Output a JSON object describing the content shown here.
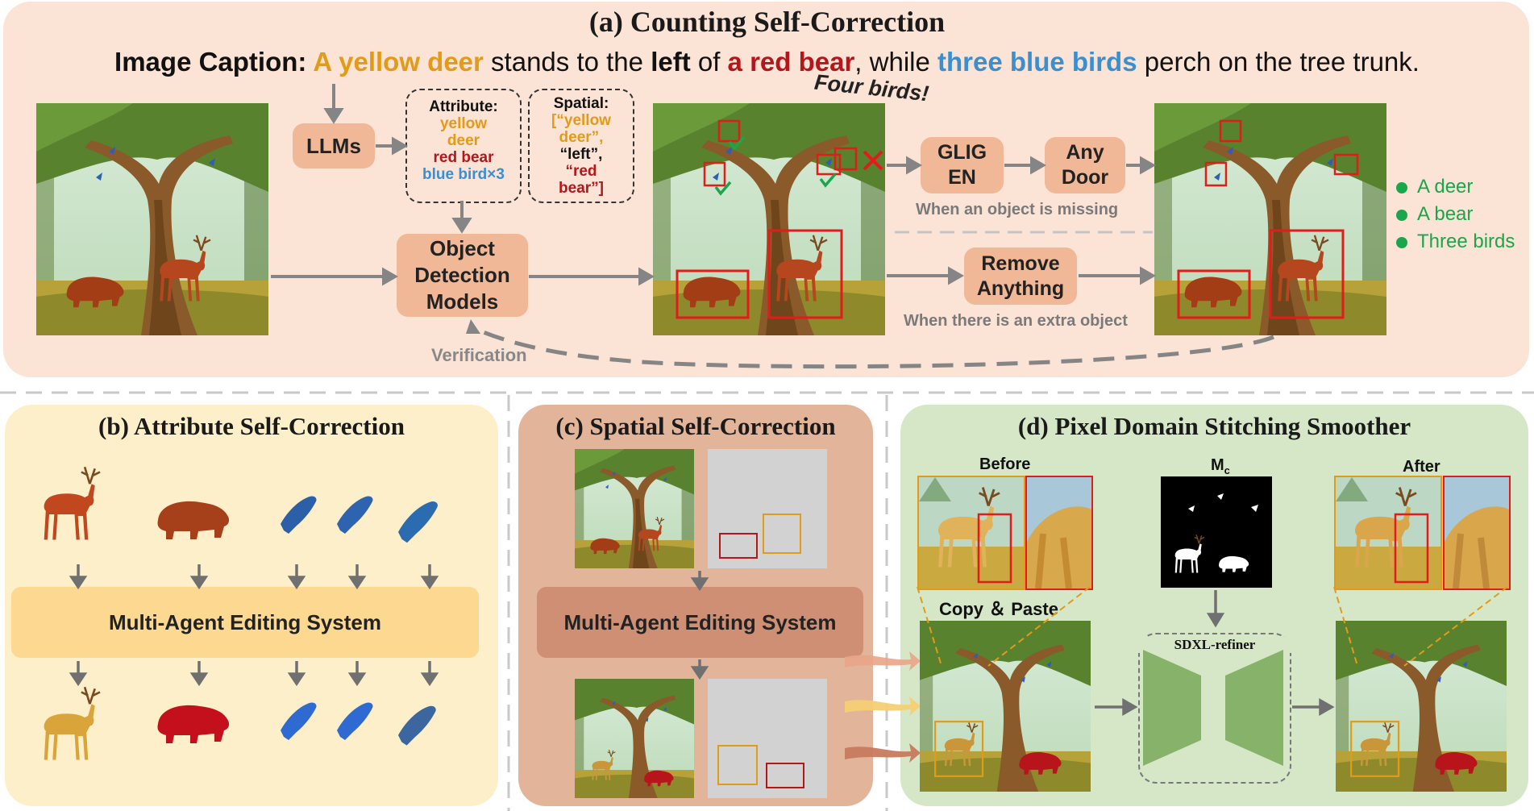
{
  "panel_a": {
    "title": "(a) Counting Self-Correction",
    "caption": {
      "prefix": "Image Caption: ",
      "p1": "A yellow deer",
      "p2": " stands to the ",
      "p3": "left",
      "p4": " of ",
      "p5": "a red bear",
      "p6": ", while ",
      "p7": "three blue birds",
      "p8": " perch on the tree trunk."
    },
    "llms": "LLMs",
    "attribute": {
      "title": "Attribute:",
      "l1": "yellow",
      "l2": "deer",
      "l3": "red bear",
      "l4": "blue bird×3"
    },
    "spatial": {
      "title": "Spatial:",
      "l1": "[“yellow",
      "l2": "deer”,",
      "l3": "“left”,",
      "l4": "“red",
      "l5": "bear”]"
    },
    "odm": {
      "l1": "Object",
      "l2": "Detection",
      "l3": "Models"
    },
    "four_birds": "Four birds!",
    "gligen": {
      "l1": "GLIG",
      "l2": "EN"
    },
    "anydoor": {
      "l1": "Any",
      "l2": "Door"
    },
    "missing_note": "When an object is missing",
    "remove": {
      "l1": "Remove",
      "l2": "Anything"
    },
    "extra_note": "When there is an extra object",
    "verification": "Verification",
    "results": [
      "A deer",
      "A bear",
      "Three birds"
    ]
  },
  "panel_b": {
    "title": "(b) Attribute Self-Correction",
    "system": "Multi-Agent Editing System"
  },
  "panel_c": {
    "title": "(c) Spatial Self-Correction",
    "system": "Multi-Agent Editing System"
  },
  "panel_d": {
    "title": "(d) Pixel Domain Stitching Smoother",
    "before": "Before",
    "mask_main": "M",
    "mask_sub": "c",
    "after": "After",
    "copy_paste": "Copy ＆ Paste",
    "refiner": "SDXL-refiner"
  },
  "colors": {
    "yellow": "#e39b17",
    "red": "#b5161b",
    "blue": "#3a8fd1",
    "green": "#1aa64a",
    "panel_a_bg": "#fbe3d6",
    "panel_b_bg": "#fdefc9",
    "panel_c_bg": "#e2b49a",
    "panel_d_bg": "#d6e7c8"
  }
}
